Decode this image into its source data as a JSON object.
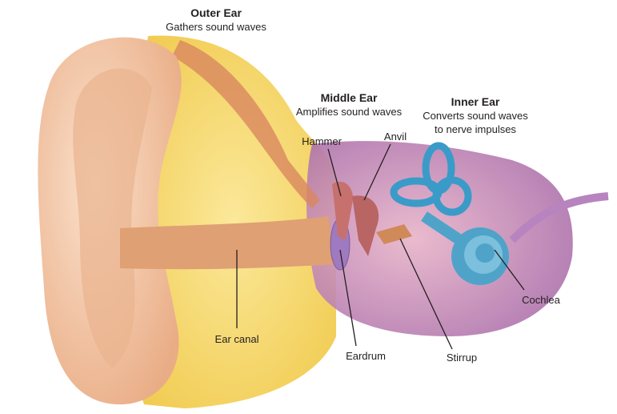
{
  "title": "Parts of the Ear",
  "sections": {
    "outer": {
      "name": "Outer Ear",
      "desc": "Gathers sound waves"
    },
    "middle": {
      "name": "Middle Ear",
      "desc": "Amplifies sound waves"
    },
    "inner": {
      "name": "Inner Ear",
      "desc_1": "Converts sound waves",
      "desc_2": "to nerve impulses"
    }
  },
  "parts": {
    "hammer": "Hammer",
    "anvil": "Anvil",
    "stirrup": "Stirrup",
    "eardrum": "Eardrum",
    "ear_canal": "Ear canal",
    "cochlea": "Cochlea"
  },
  "colors": {
    "skin": "#f3c9a8",
    "bone": "#f6d766",
    "canal": "#e2a57a",
    "middle": "#c98bb8",
    "inner": "#4fa3c9"
  }
}
